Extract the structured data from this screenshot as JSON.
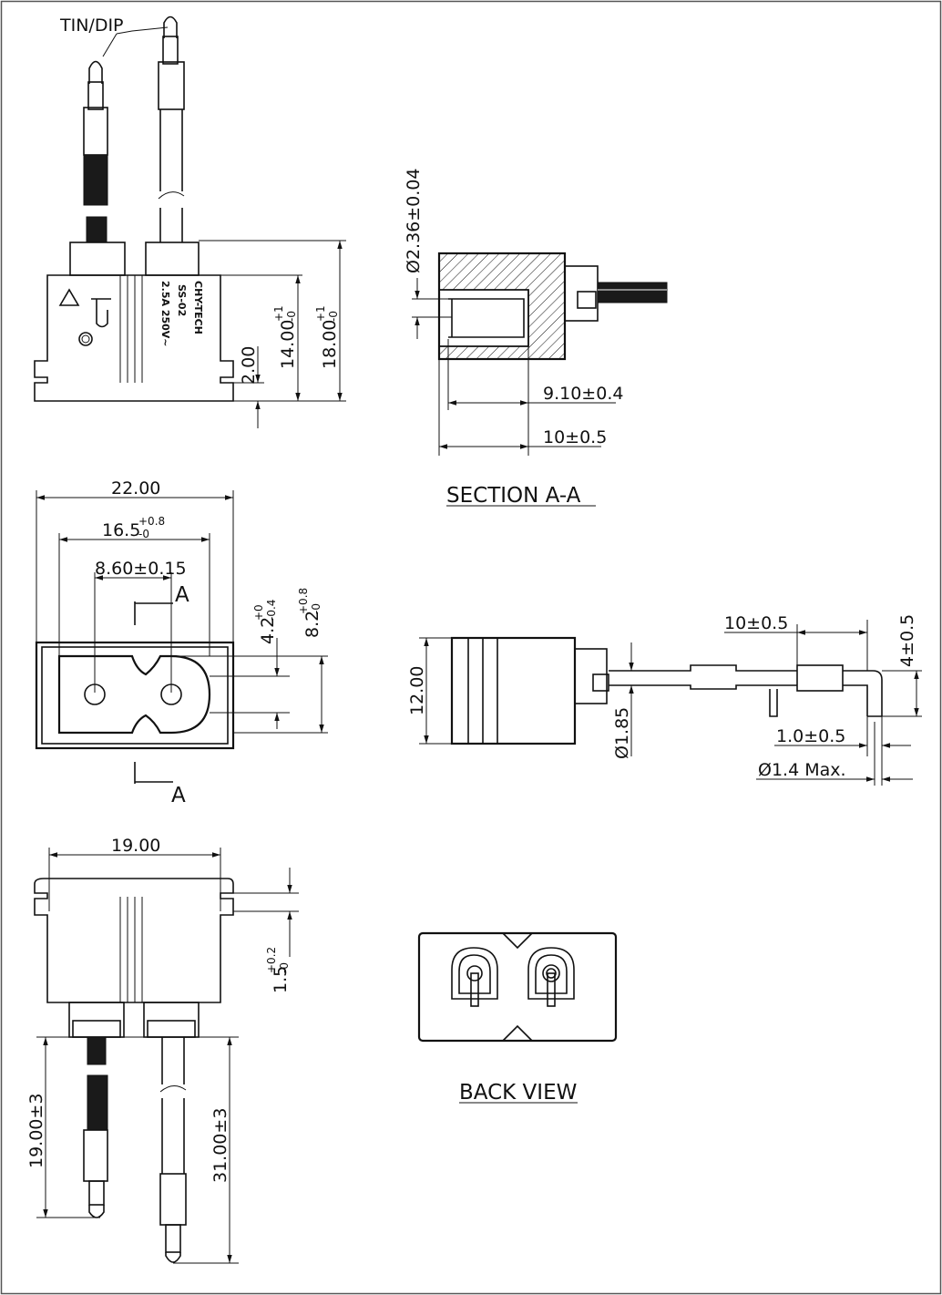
{
  "callouts": {
    "tin_dip": "TIN/DIP"
  },
  "brand": {
    "maker": "CHY-TECH",
    "model": "SS-02",
    "rating": "2.5A 250V~"
  },
  "front_view": {
    "dim_2": "2.00",
    "dim_14": "14.00",
    "dim_14_tol_plus": "+1",
    "dim_14_tol_minus": "-0",
    "dim_18": "18.00",
    "dim_18_tol_plus": "+1",
    "dim_18_tol_minus": "-0"
  },
  "section_aa": {
    "dia_236": "Ø2.36±0.04",
    "dim_910": "9.10±0.4",
    "dim_10": "10±0.5",
    "title": "SECTION A-A"
  },
  "face_view": {
    "width_22": "22.00",
    "width_165": "16.5",
    "width_165_tol_plus": "+0.8",
    "width_165_tol_minus": "-0",
    "pitch": "8.60±0.15",
    "section_mark": "A",
    "dim_42": "4.2",
    "dim_42_tol_plus": "+0",
    "dim_42_tol_minus": "-0.4",
    "dim_82": "8.2",
    "dim_82_tol_plus": "+0.8",
    "dim_82_tol_minus": "-0"
  },
  "side_view": {
    "height_12": "12.00",
    "dia_185": "Ø1.85",
    "lead_10": "10±0.5",
    "bend_4": "4±0.5",
    "dim_10_05": "1.0±0.5",
    "dia_14": "Ø1.4 Max."
  },
  "bottom_view": {
    "width_19": "19.00",
    "dim_15": "1.5",
    "dim_15_tol_plus": "+0.2",
    "dim_15_tol_minus": "-0",
    "wire_19": "19.00±3",
    "wire_31": "31.00±3"
  },
  "back_view": {
    "title": "BACK VIEW"
  }
}
